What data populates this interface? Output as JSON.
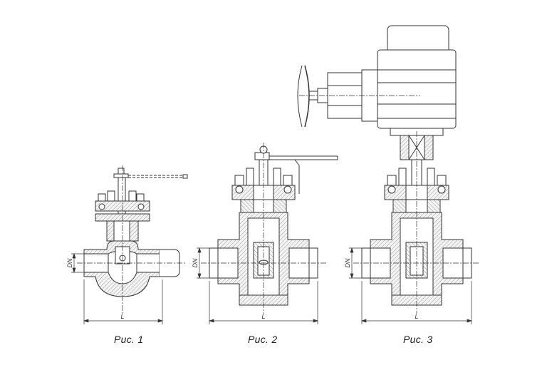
{
  "figures": [
    {
      "caption": "Рис. 1",
      "dim_length": "L",
      "dim_diameter": "DN"
    },
    {
      "caption": "Рис. 2",
      "dim_length": "L",
      "dim_diameter": "DN"
    },
    {
      "caption": "Рис. 3",
      "dim_length": "L",
      "dim_diameter": "DN"
    }
  ],
  "colors": {
    "line": "#333333",
    "hatch": "#bfbfbf",
    "fill": "#f2f2f2",
    "actuator": "#ffffff"
  }
}
